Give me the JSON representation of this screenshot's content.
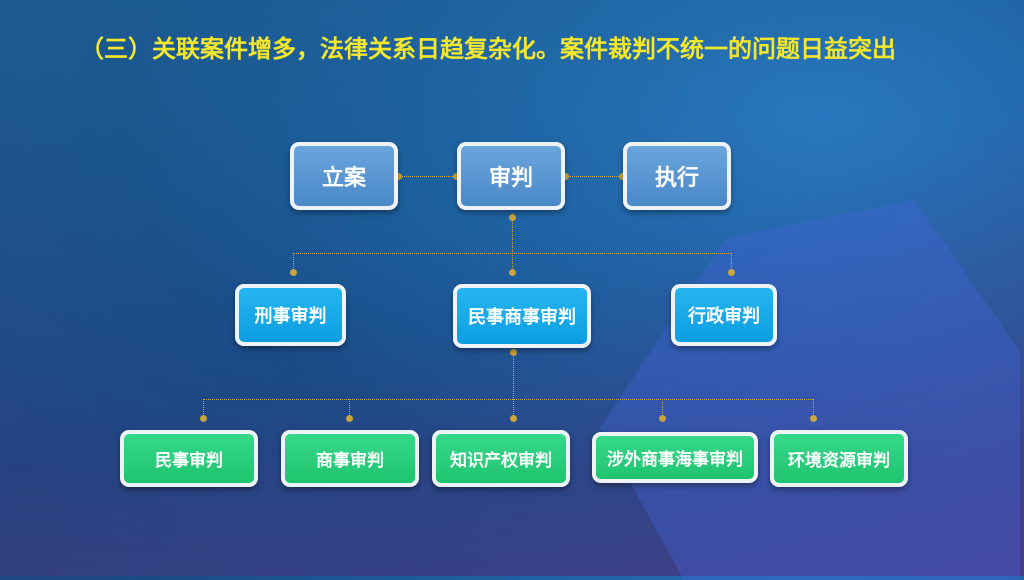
{
  "title": "（三）关联案件增多，法律关系日趋复杂化。案件裁判不统一的问题日益突出",
  "level1": [
    "立案",
    "审判",
    "执行"
  ],
  "level2": [
    "刑事审判",
    "民事商事审判",
    "行政审判"
  ],
  "level3": [
    "民事审判",
    "商事审判",
    "知识产权审判",
    "涉外商事海事审判",
    "环境资源审判"
  ],
  "colors": {
    "title": "#f3e62c",
    "level1": "#5b97d3",
    "level2": "#17a8ea",
    "level3": "#2bce7c",
    "connector": "#c9a840"
  }
}
